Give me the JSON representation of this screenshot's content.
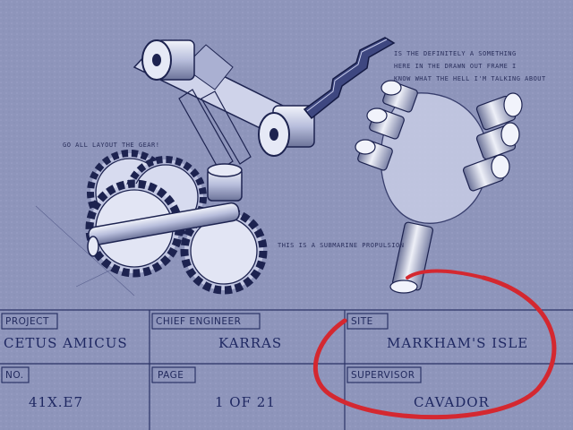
{
  "notes": {
    "engineer_note_1": "IS THE DEFINITELY A SOMETHING",
    "engineer_note_2": "HERE IN THE DRAWN OUT FRAME I",
    "engineer_note_3": "KNOW WHAT THE HELL I'M TALKING ABOUT",
    "gear_note": "GO ALL LAYOUT THE GEAR!",
    "mechanism_note": "THIS IS A SUBMARINE PROPULSION"
  },
  "title_block": {
    "project": {
      "label": "PROJECT",
      "value": "CETUS AMICUS"
    },
    "chief_engineer": {
      "label": "CHIEF ENGINEER",
      "value": "KARRAS"
    },
    "site": {
      "label": "SITE",
      "value": "MARKHAM'S ISLE"
    },
    "number": {
      "label": "NO.",
      "value": "41X.E7"
    },
    "page": {
      "label": "PAGE",
      "value": "1 OF 21"
    },
    "supervisor": {
      "label": "SUPERVISOR",
      "value": "CAVADOR"
    }
  },
  "colors": {
    "paper": "#8e95bb",
    "ink": "#1f2862",
    "red_mark": "#d42830"
  }
}
